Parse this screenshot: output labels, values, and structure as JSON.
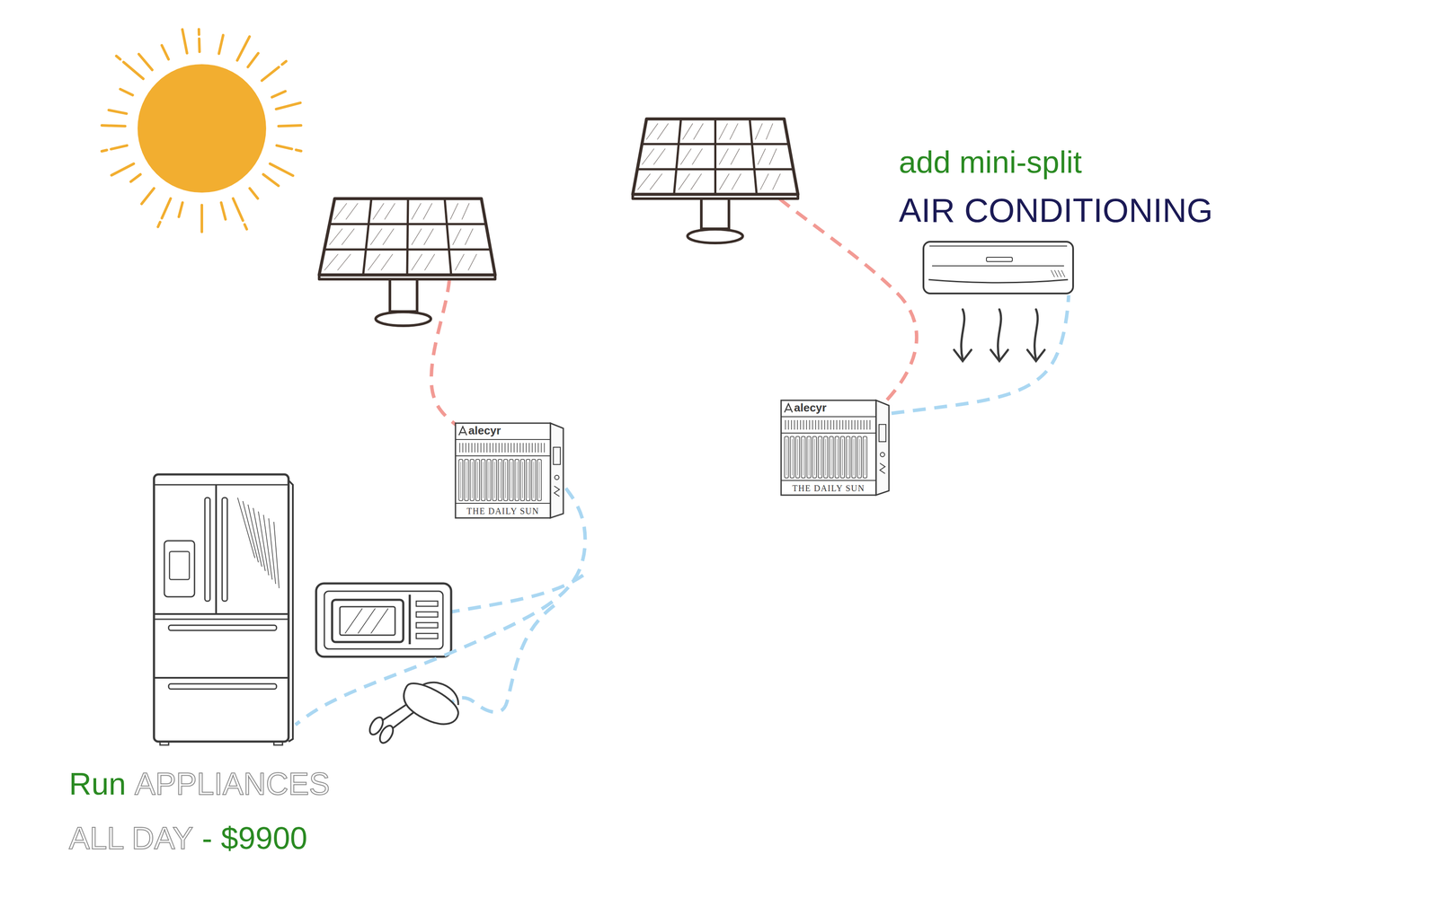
{
  "diagram": {
    "nodes": [
      {
        "text": [
          "add mini-split",
          "AIR CONDITIONING"
        ]
      },
      {
        "text": [
          "alecyr",
          "THE DAILY SUN"
        ]
      },
      {
        "text": [
          "alecyr",
          "THE DAILY SUN"
        ]
      },
      {
        "text": [
          "Run",
          "APPLIANCES",
          "ALL DAY",
          "- $9900"
        ]
      }
    ],
    "edges": [
      {
        "from": 2,
        "to": 0,
        "arrow": "none"
      },
      {
        "from": 1,
        "to": 3,
        "arrow": "none"
      }
    ]
  }
}
